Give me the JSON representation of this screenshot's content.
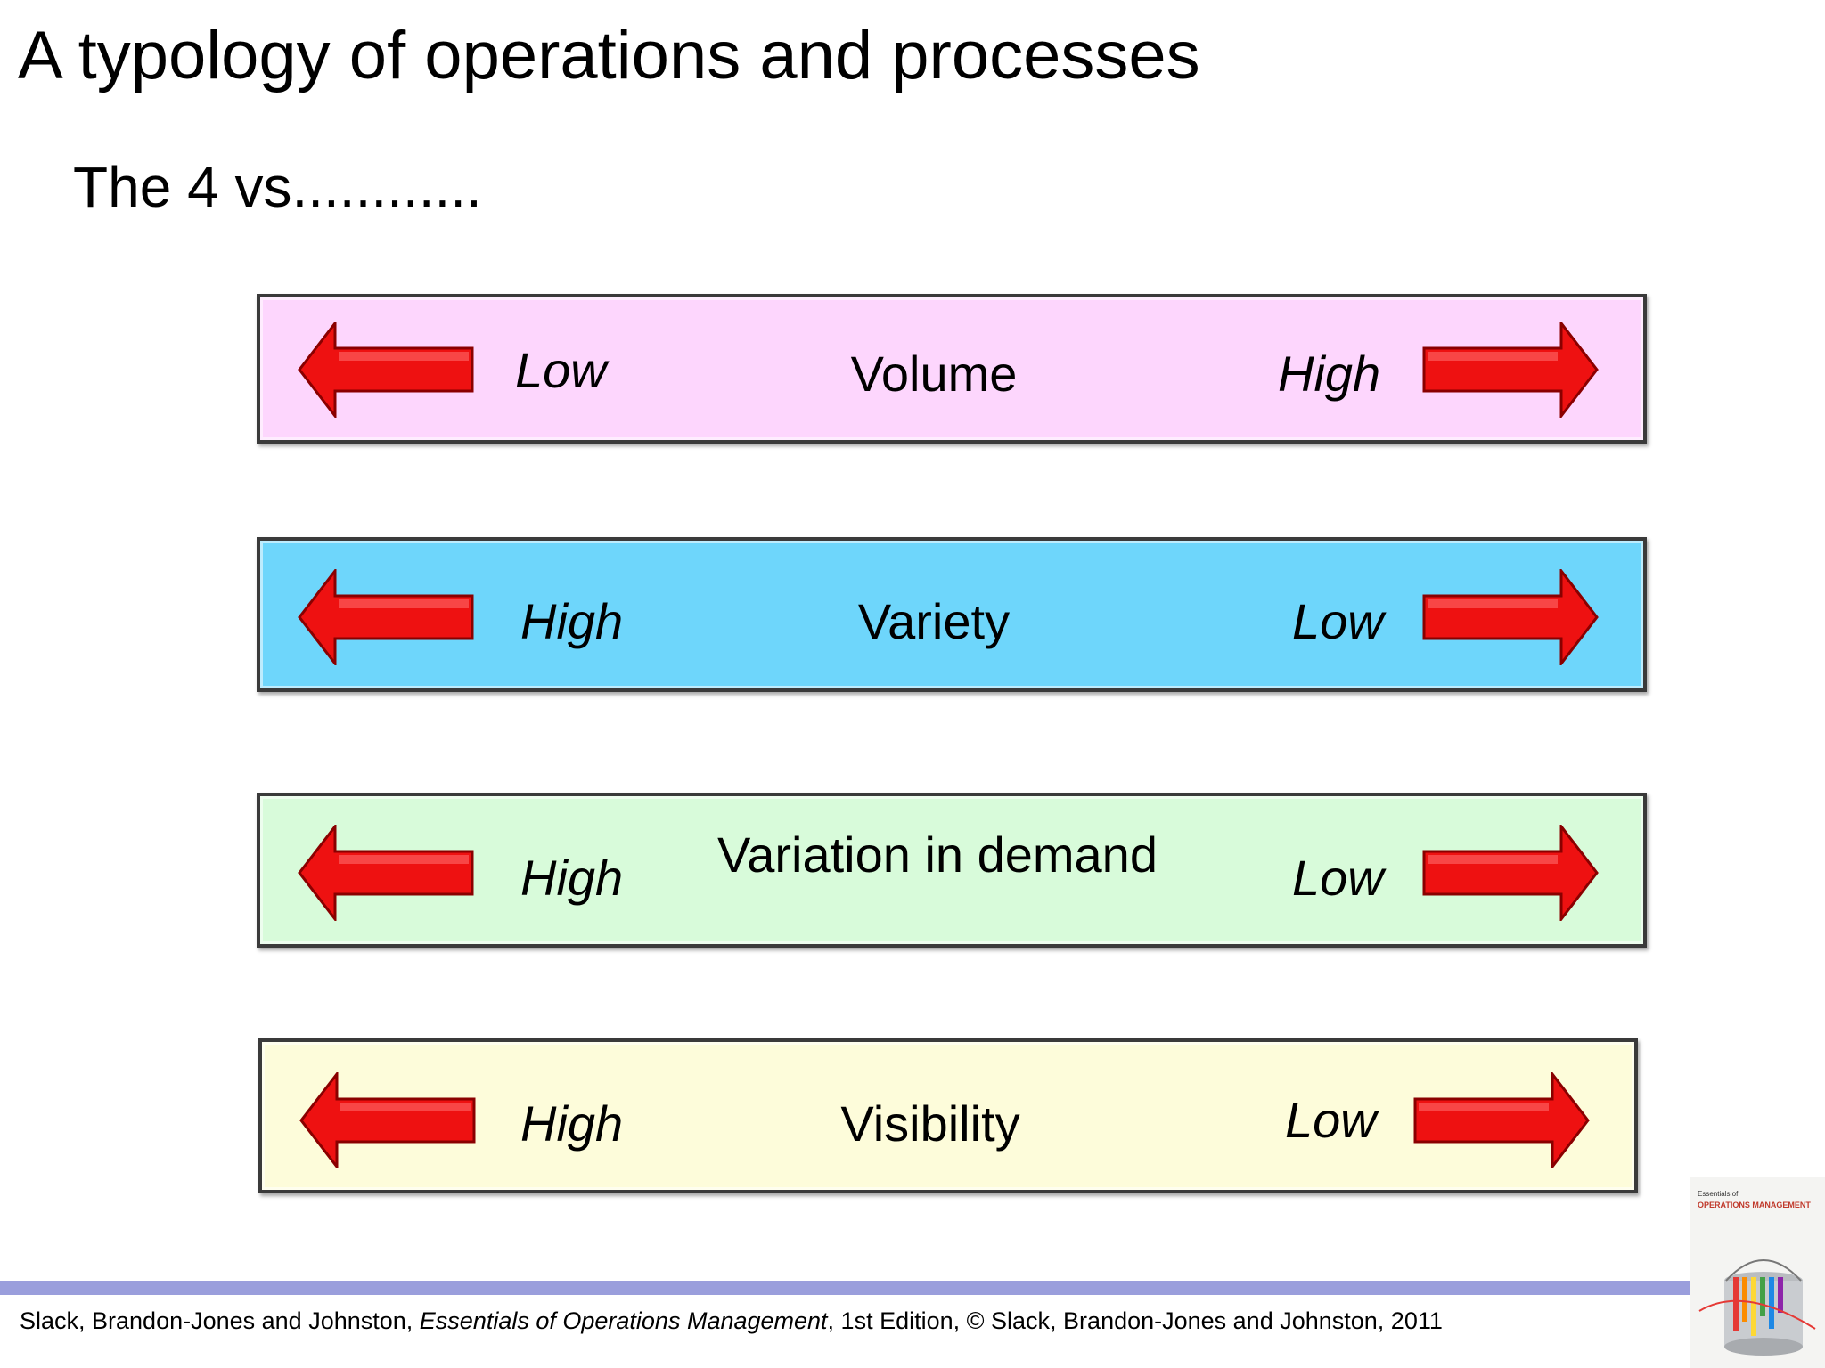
{
  "title": "A typology of operations and processes",
  "subtitle": "The 4 vs............",
  "colors": {
    "arrow_fill": "#ee1111",
    "arrow_stroke": "#8a0000",
    "volume_bg": "#fdd6fd",
    "variety_bg": "#6ed6fb",
    "variation_bg": "#d8fbda",
    "visibility_bg": "#fdfcda",
    "footer_line": "#9a9edc"
  },
  "dimensions": [
    {
      "label": "Volume",
      "left_end": "Low",
      "right_end": "High"
    },
    {
      "label": "Variety",
      "left_end": "High",
      "right_end": "Low"
    },
    {
      "label": "Variation in demand",
      "left_end": "High",
      "right_end": "Low"
    },
    {
      "label": "Visibility",
      "left_end": "High",
      "right_end": "Low"
    }
  ],
  "citation": {
    "authors": "Slack, Brandon-Jones and Johnston, ",
    "book": "Essentials of Operations Management",
    "rest": ", 1st Edition, © Slack, Brandon-Jones and Johnston, 2011"
  },
  "cover": {
    "line1": "Essentials of",
    "line2": "OPERATIONS MANAGEMENT"
  }
}
